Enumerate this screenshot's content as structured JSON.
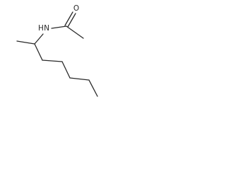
{
  "molecule": {
    "atoms": {
      "oxygen": {
        "symbol": "O"
      },
      "nitrogen": {
        "symbol": "N",
        "hydrogen": "H"
      }
    }
  }
}
